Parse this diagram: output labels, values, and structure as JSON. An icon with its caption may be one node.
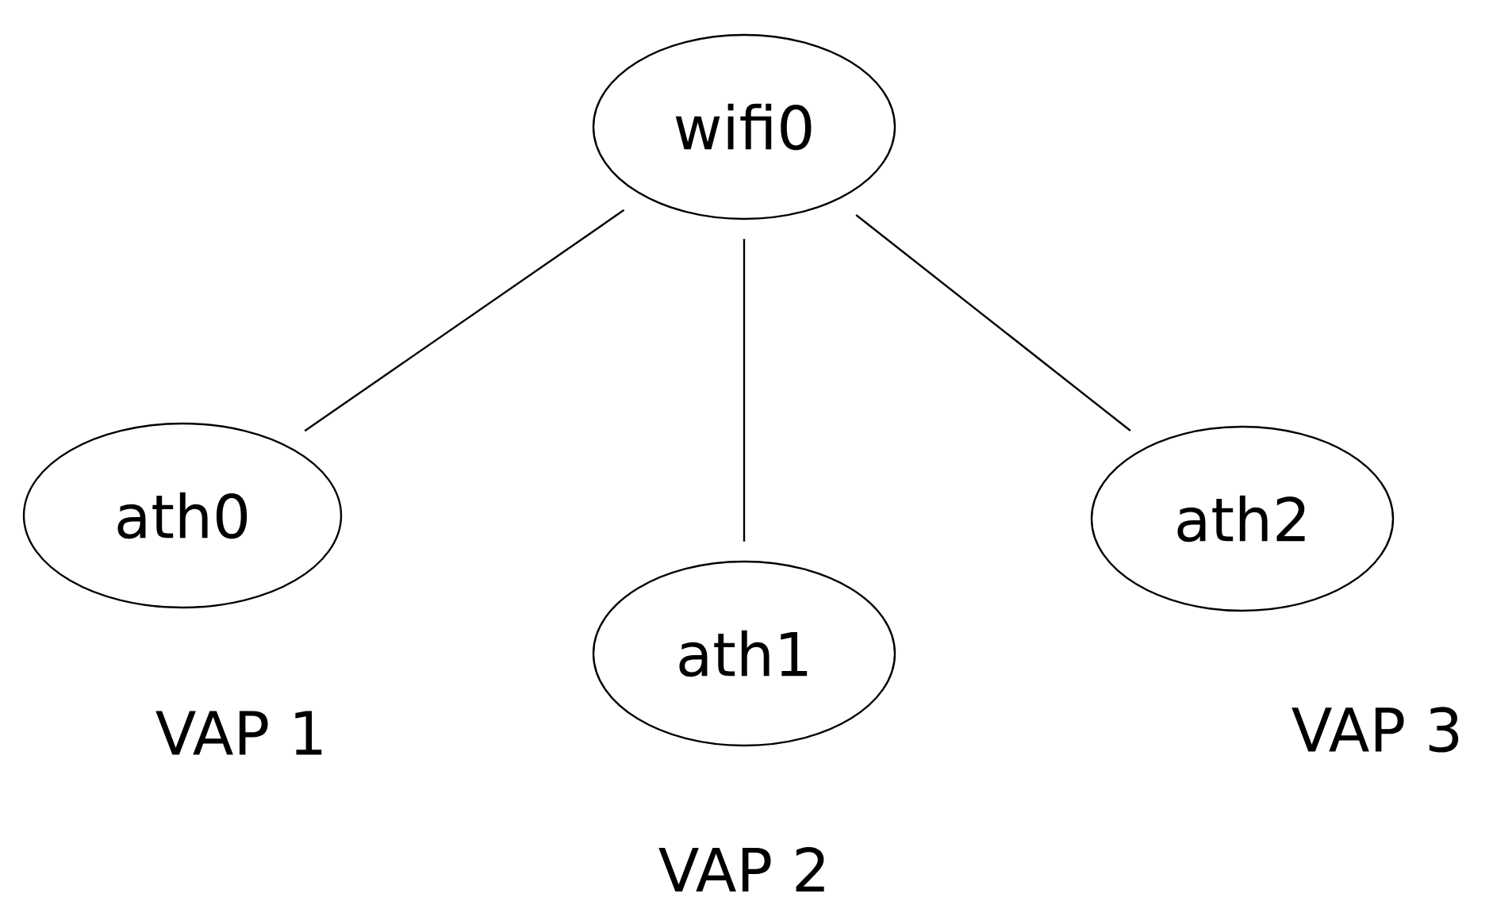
{
  "diagram": {
    "nodes": [
      {
        "text": [
          "wifi0"
        ]
      },
      {
        "text": [
          "ath0"
        ],
        "beside": [
          "VAP 1"
        ]
      },
      {
        "text": [
          "ath1"
        ],
        "beside": [
          "VAP 2"
        ]
      },
      {
        "text": [
          "ath2"
        ],
        "beside": [
          "VAP 3"
        ]
      }
    ],
    "edges": [
      {
        "from": 0,
        "to": 1,
        "arrow": "none"
      },
      {
        "from": 0,
        "to": 2,
        "arrow": "none"
      },
      {
        "from": 0,
        "to": 3,
        "arrow": "none"
      }
    ]
  }
}
